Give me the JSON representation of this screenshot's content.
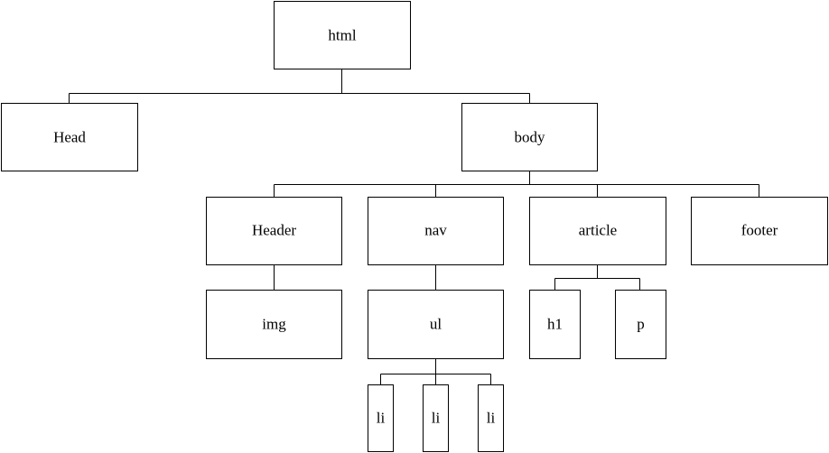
{
  "nodes": {
    "html": "html",
    "head": "Head",
    "body": "body",
    "header": "Header",
    "nav": "nav",
    "article": "article",
    "footer": "footer",
    "img": "img",
    "ul": "ul",
    "h1": "h1",
    "p": "p",
    "li_1": "li",
    "li_2": "li",
    "li_3": "li"
  }
}
